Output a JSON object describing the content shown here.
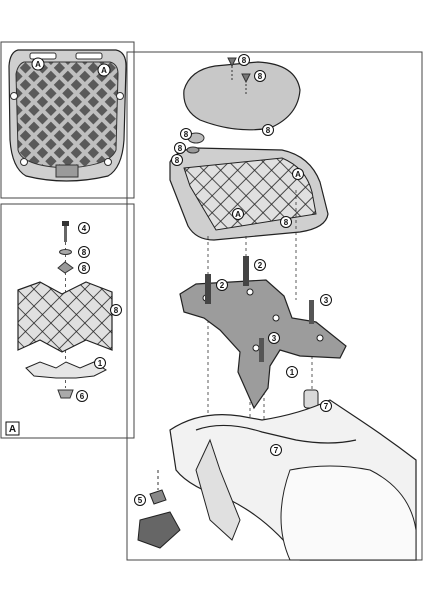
{
  "labels": {
    "a": "A",
    "n1": "1",
    "n2": "2",
    "n3": "3",
    "n4": "4",
    "n5": "5",
    "n6": "6",
    "n7": "7",
    "n8": "8"
  }
}
